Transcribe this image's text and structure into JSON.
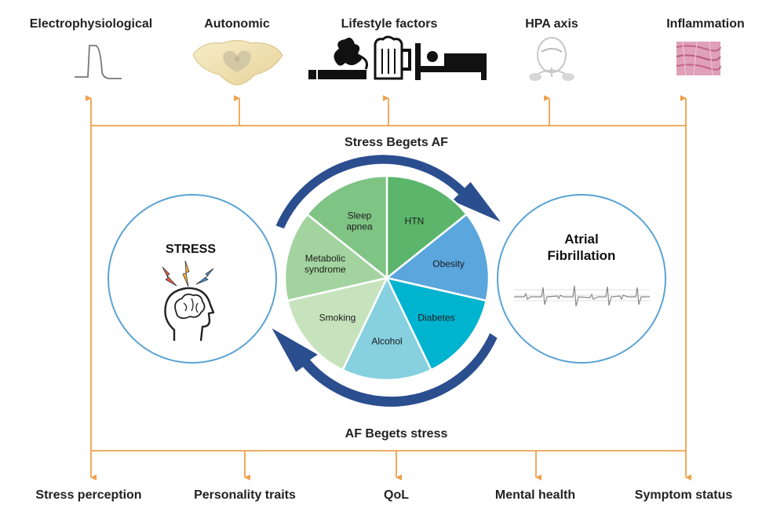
{
  "top_labels": [
    "Electrophysiological",
    "Autonomic",
    "Lifestyle factors",
    "HPA axis",
    "Inflammation"
  ],
  "bottom_labels": [
    "Stress perception",
    "Personality traits",
    "QoL",
    "Mental health",
    "Symptom status"
  ],
  "center": {
    "top_caption": "Stress Begets AF",
    "bottom_caption": "AF Begets stress"
  },
  "stress_circle": {
    "title": "STRESS"
  },
  "af_circle": {
    "title_line1": "Atrial",
    "title_line2": "Fibrillation"
  },
  "wheel_segments": [
    {
      "lines": [
        "HTN"
      ],
      "color": "#5bb56b"
    },
    {
      "lines": [
        "Obesity"
      ],
      "color": "#5aa6dd"
    },
    {
      "lines": [
        "Diabetes"
      ],
      "color": "#00b3cf"
    },
    {
      "lines": [
        "Alcohol"
      ],
      "color": "#86d0df"
    },
    {
      "lines": [
        "Smoking"
      ],
      "color": "#c6e3bd"
    },
    {
      "lines": [
        "Metabolic",
        "syndrome"
      ],
      "color": "#a3d39f"
    },
    {
      "lines": [
        "Sleep",
        "apnea"
      ],
      "color": "#80c485"
    }
  ],
  "colors": {
    "arrow": "#f0a04b",
    "circle_stroke": "#5ba3d4",
    "cycle_arrow": "#2b4e8f"
  }
}
